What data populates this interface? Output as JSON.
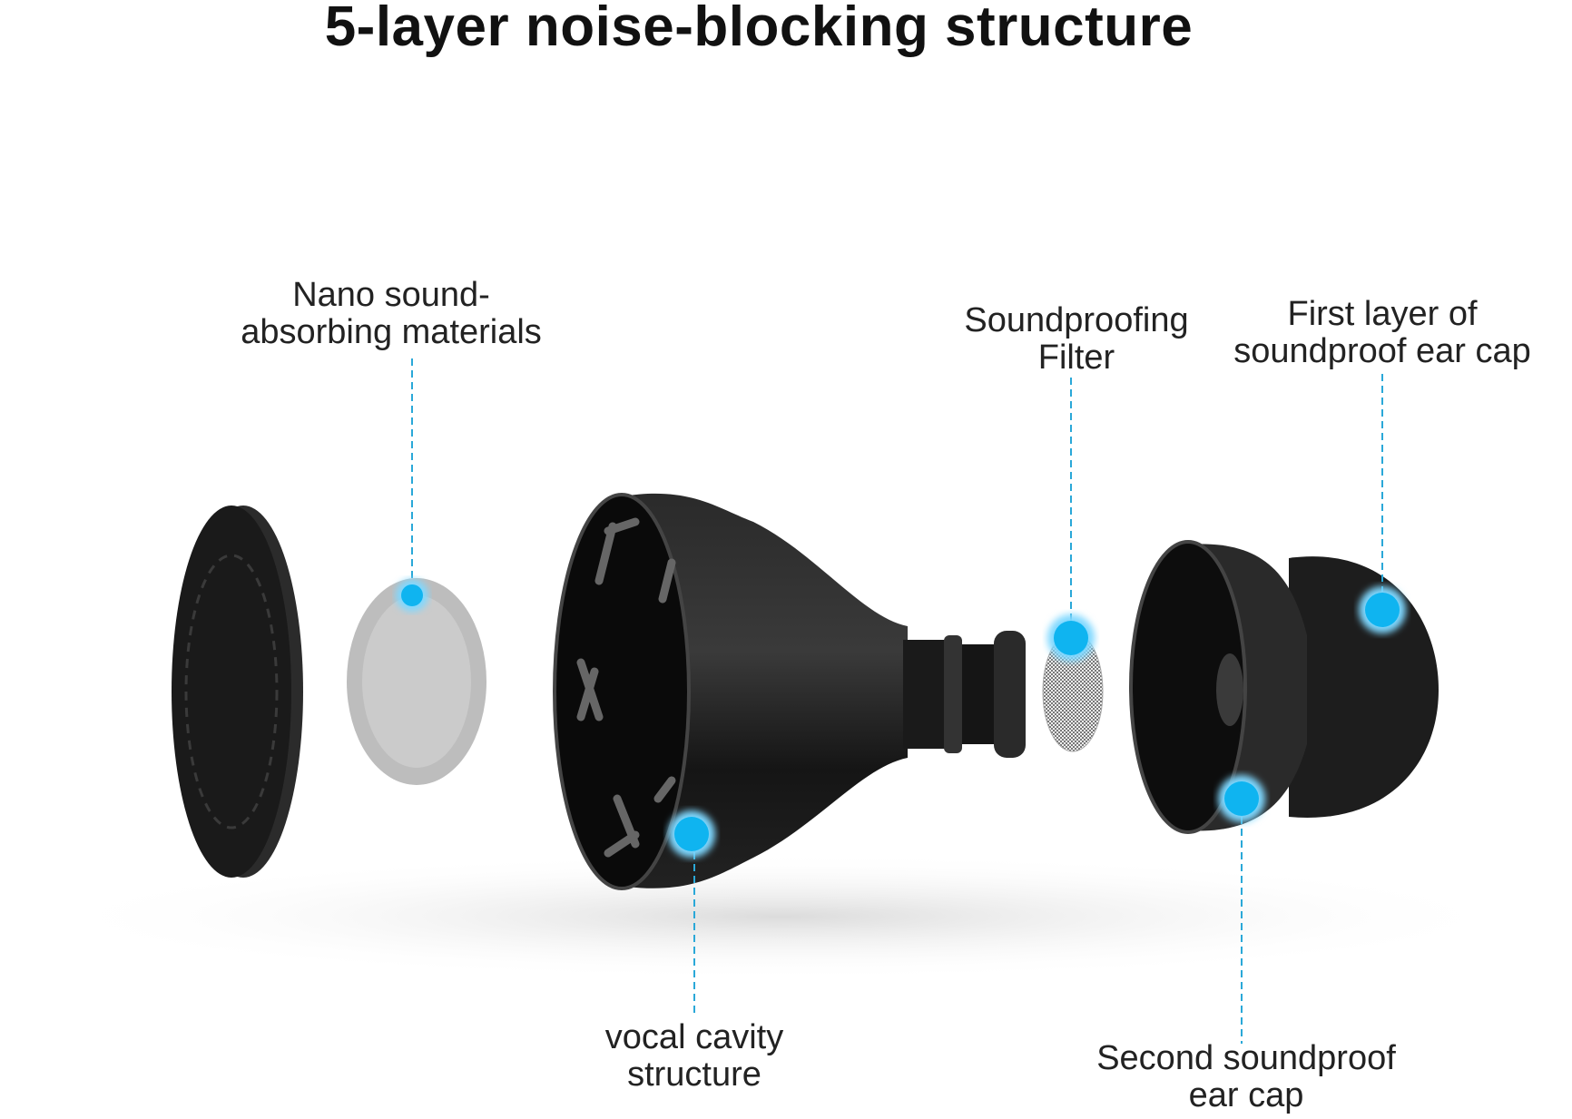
{
  "title": "5-layer noise-blocking structure",
  "labels": {
    "nano": [
      "Nano sound-",
      "absorbing materials"
    ],
    "filter": [
      "Soundproofing",
      "Filter"
    ],
    "first_cap": [
      "First layer of",
      "soundproof ear cap"
    ],
    "vocal": [
      "vocal cavity",
      "structure"
    ],
    "second_cap": [
      "Second soundproof",
      "ear cap"
    ]
  },
  "colors": {
    "accent": "#0fb4f0",
    "leader_line": "#2aa8d8",
    "product": "#111111"
  }
}
